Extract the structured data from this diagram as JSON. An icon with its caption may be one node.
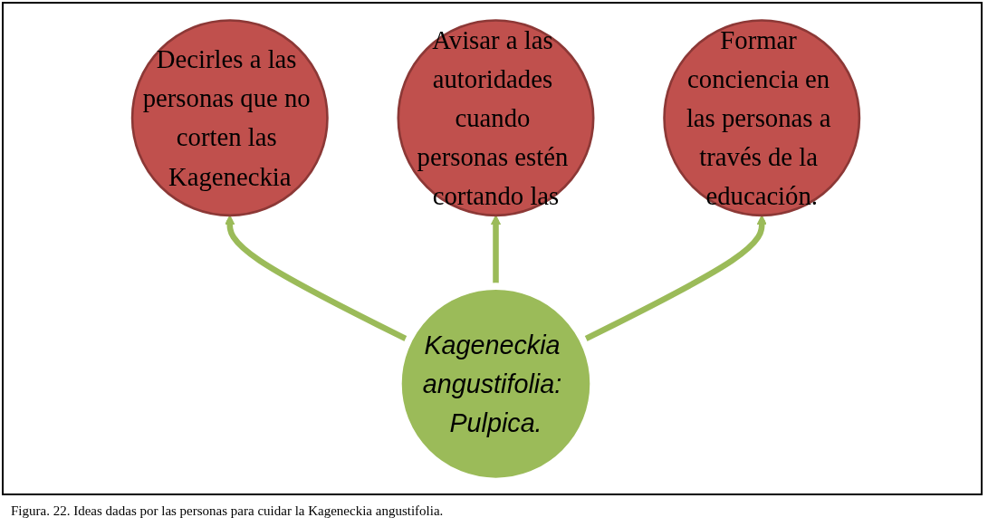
{
  "diagram": {
    "caption": "Figura. 22. Ideas dadas por las personas para cuidar la Kageneckia angustifolia.",
    "nodes": [
      {
        "text": [
          "Decirles a las personas que no corten las Kageneckia"
        ]
      },
      {
        "text": [
          "Avisar a las autoridades cuando personas estén cortando las"
        ]
      },
      {
        "text": [
          "Kageneckia angustifolia: Pulpica."
        ]
      },
      {
        "text": [
          "Formar conciencia en las personas a través de la educación."
        ]
      }
    ],
    "edges": [
      {
        "from": 2,
        "to": 0,
        "arrow": "to"
      },
      {
        "from": 2,
        "to": 1,
        "arrow": "to"
      },
      {
        "from": 2,
        "to": 3,
        "arrow": "to"
      }
    ]
  }
}
